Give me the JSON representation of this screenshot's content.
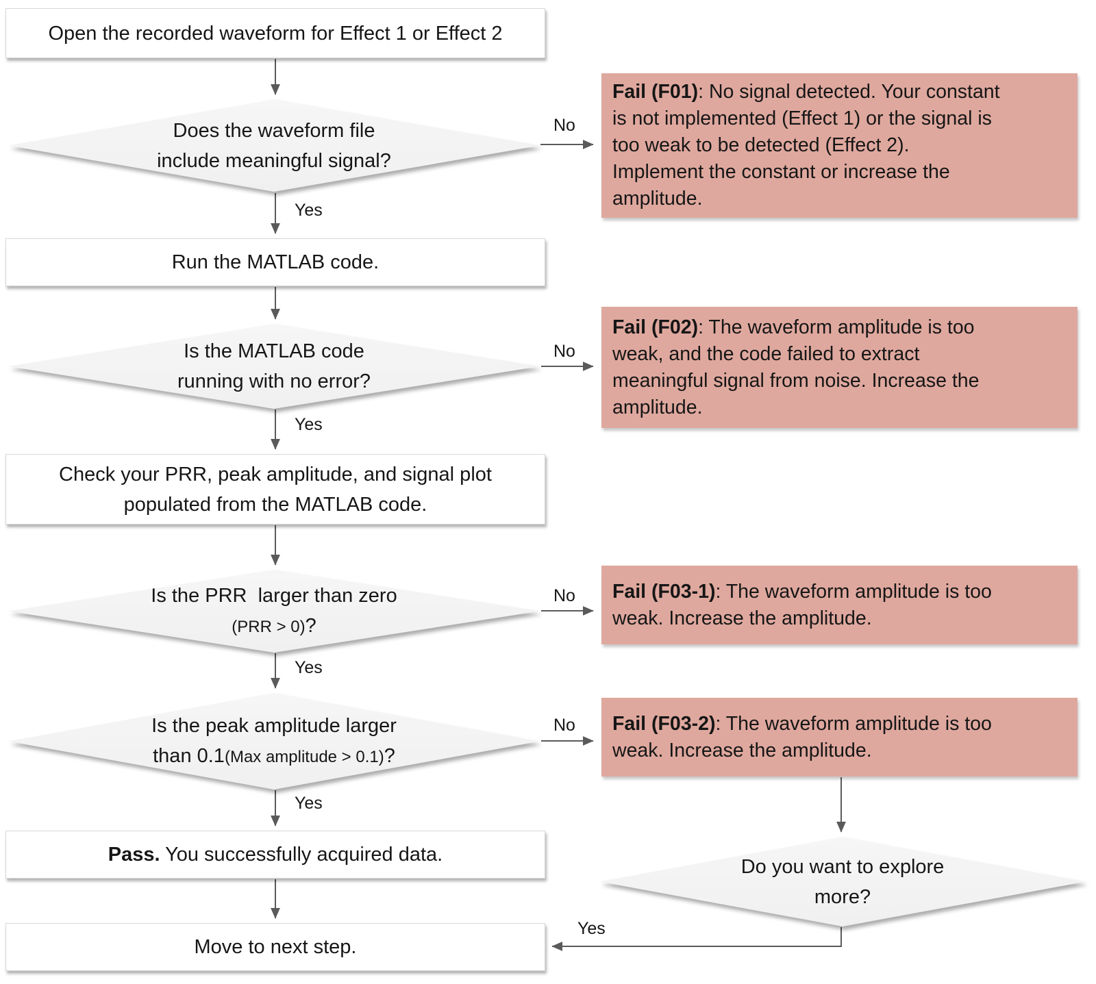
{
  "colors": {
    "background": "#ffffff",
    "process_fill": "#ffffff",
    "process_border": "#d8d8d8",
    "decision_fill": "#f0f0f0",
    "fail_fill": "#dfa89e",
    "arrow": "#5a5a5a",
    "text": "#161616"
  },
  "nodes": {
    "start": {
      "text": "Open the recorded waveform for Effect 1 or Effect 2"
    },
    "decision_signal": {
      "lines": [
        "Does the waveform file",
        "include meaningful signal?"
      ]
    },
    "fail_f01": {
      "label": "Fail (F01)",
      "lines": [
        ": No signal detected. Your constant",
        "is not implemented (Effect 1) or the signal is",
        "too weak to be detected (Effect 2).",
        "Implement the constant or increase the",
        "amplitude."
      ]
    },
    "run_matlab": {
      "text": "Run the MATLAB code."
    },
    "decision_error": {
      "lines": [
        "Is the MATLAB code",
        "running with no error?"
      ]
    },
    "fail_f02": {
      "label": "Fail (F02)",
      "lines": [
        ": The waveform amplitude is too",
        "weak, and the code failed to extract",
        "meaningful signal from noise. Increase the",
        "amplitude."
      ]
    },
    "check_prr": {
      "lines": [
        "Check your PRR, peak amplitude, and signal plot",
        "populated from the MATLAB code."
      ]
    },
    "decision_prr": {
      "line1": "Is the PRR  larger than zero",
      "line2_small": "(PRR > 0)",
      "line2_end": "?"
    },
    "fail_f03_1": {
      "label": "Fail (F03-1)",
      "lines": [
        ": The waveform amplitude is too",
        "weak. Increase the amplitude."
      ]
    },
    "decision_amplitude": {
      "line1": "Is the peak amplitude larger",
      "line2_start": "than 0.1",
      "line2_small": "(Max amplitude > 0.1)",
      "line2_end": "?"
    },
    "fail_f03_2": {
      "label": "Fail (F03-2)",
      "lines": [
        ": The waveform amplitude is too",
        "weak. Increase the amplitude."
      ]
    },
    "pass": {
      "label": "Pass.",
      "body": " You successfully acquired data."
    },
    "move_next": {
      "text": "Move to next step."
    },
    "decision_explore": {
      "lines": [
        "Do you want to explore",
        "more?"
      ]
    }
  },
  "edge_labels": {
    "signal_yes": "Yes",
    "signal_no": "No",
    "error_yes": "Yes",
    "error_no": "No",
    "prr_yes": "Yes",
    "prr_no": "No",
    "amplitude_yes": "Yes",
    "amplitude_no": "No",
    "explore_yes": "Yes"
  }
}
